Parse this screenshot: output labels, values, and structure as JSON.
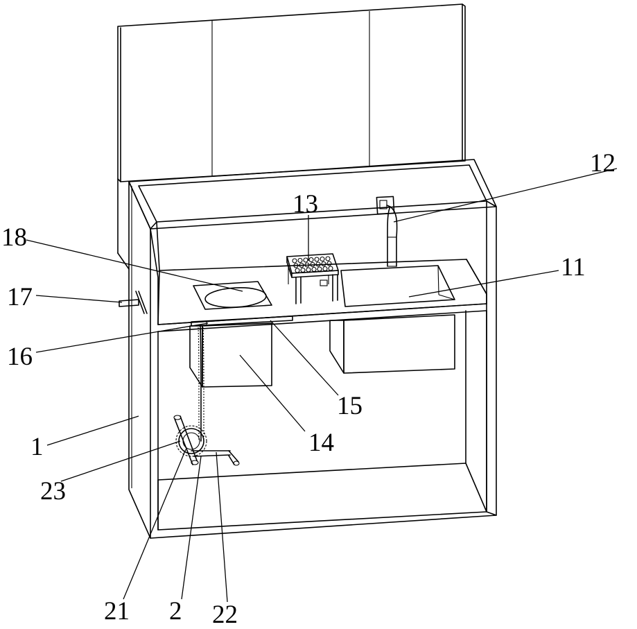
{
  "figure": {
    "reference_labels": [
      "12",
      "13",
      "18",
      "11",
      "17",
      "16",
      "15",
      "1",
      "14",
      "23",
      "21",
      "2",
      "22"
    ]
  }
}
